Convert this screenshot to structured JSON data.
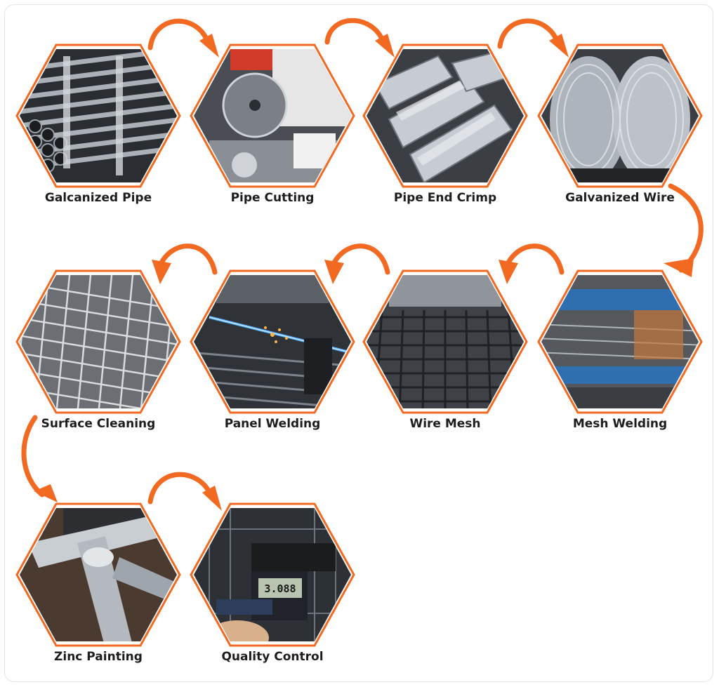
{
  "accent_color": "#f26a21",
  "steps": [
    {
      "label": "Galcanized Pipe",
      "icon": "galvanized-pipe-bundle-photo"
    },
    {
      "label": "Pipe Cutting",
      "icon": "pipe-cutting-machine-photo"
    },
    {
      "label": "Pipe End Crimp",
      "icon": "pipe-end-crimp-photo"
    },
    {
      "label": "Galvanized Wire",
      "icon": "galvanized-wire-coil-photo"
    },
    {
      "label": "Mesh Welding",
      "icon": "mesh-welding-machine-photo"
    },
    {
      "label": "Wire Mesh",
      "icon": "wire-mesh-photo"
    },
    {
      "label": "Panel Welding",
      "icon": "panel-welding-photo"
    },
    {
      "label": "Surface Cleaning",
      "icon": "surface-cleaning-photo"
    },
    {
      "label": "Zinc Painting",
      "icon": "zinc-painting-photo"
    },
    {
      "label": "Quality Control",
      "icon": "quality-control-caliper-photo"
    }
  ],
  "caliper_reading": "3.088"
}
